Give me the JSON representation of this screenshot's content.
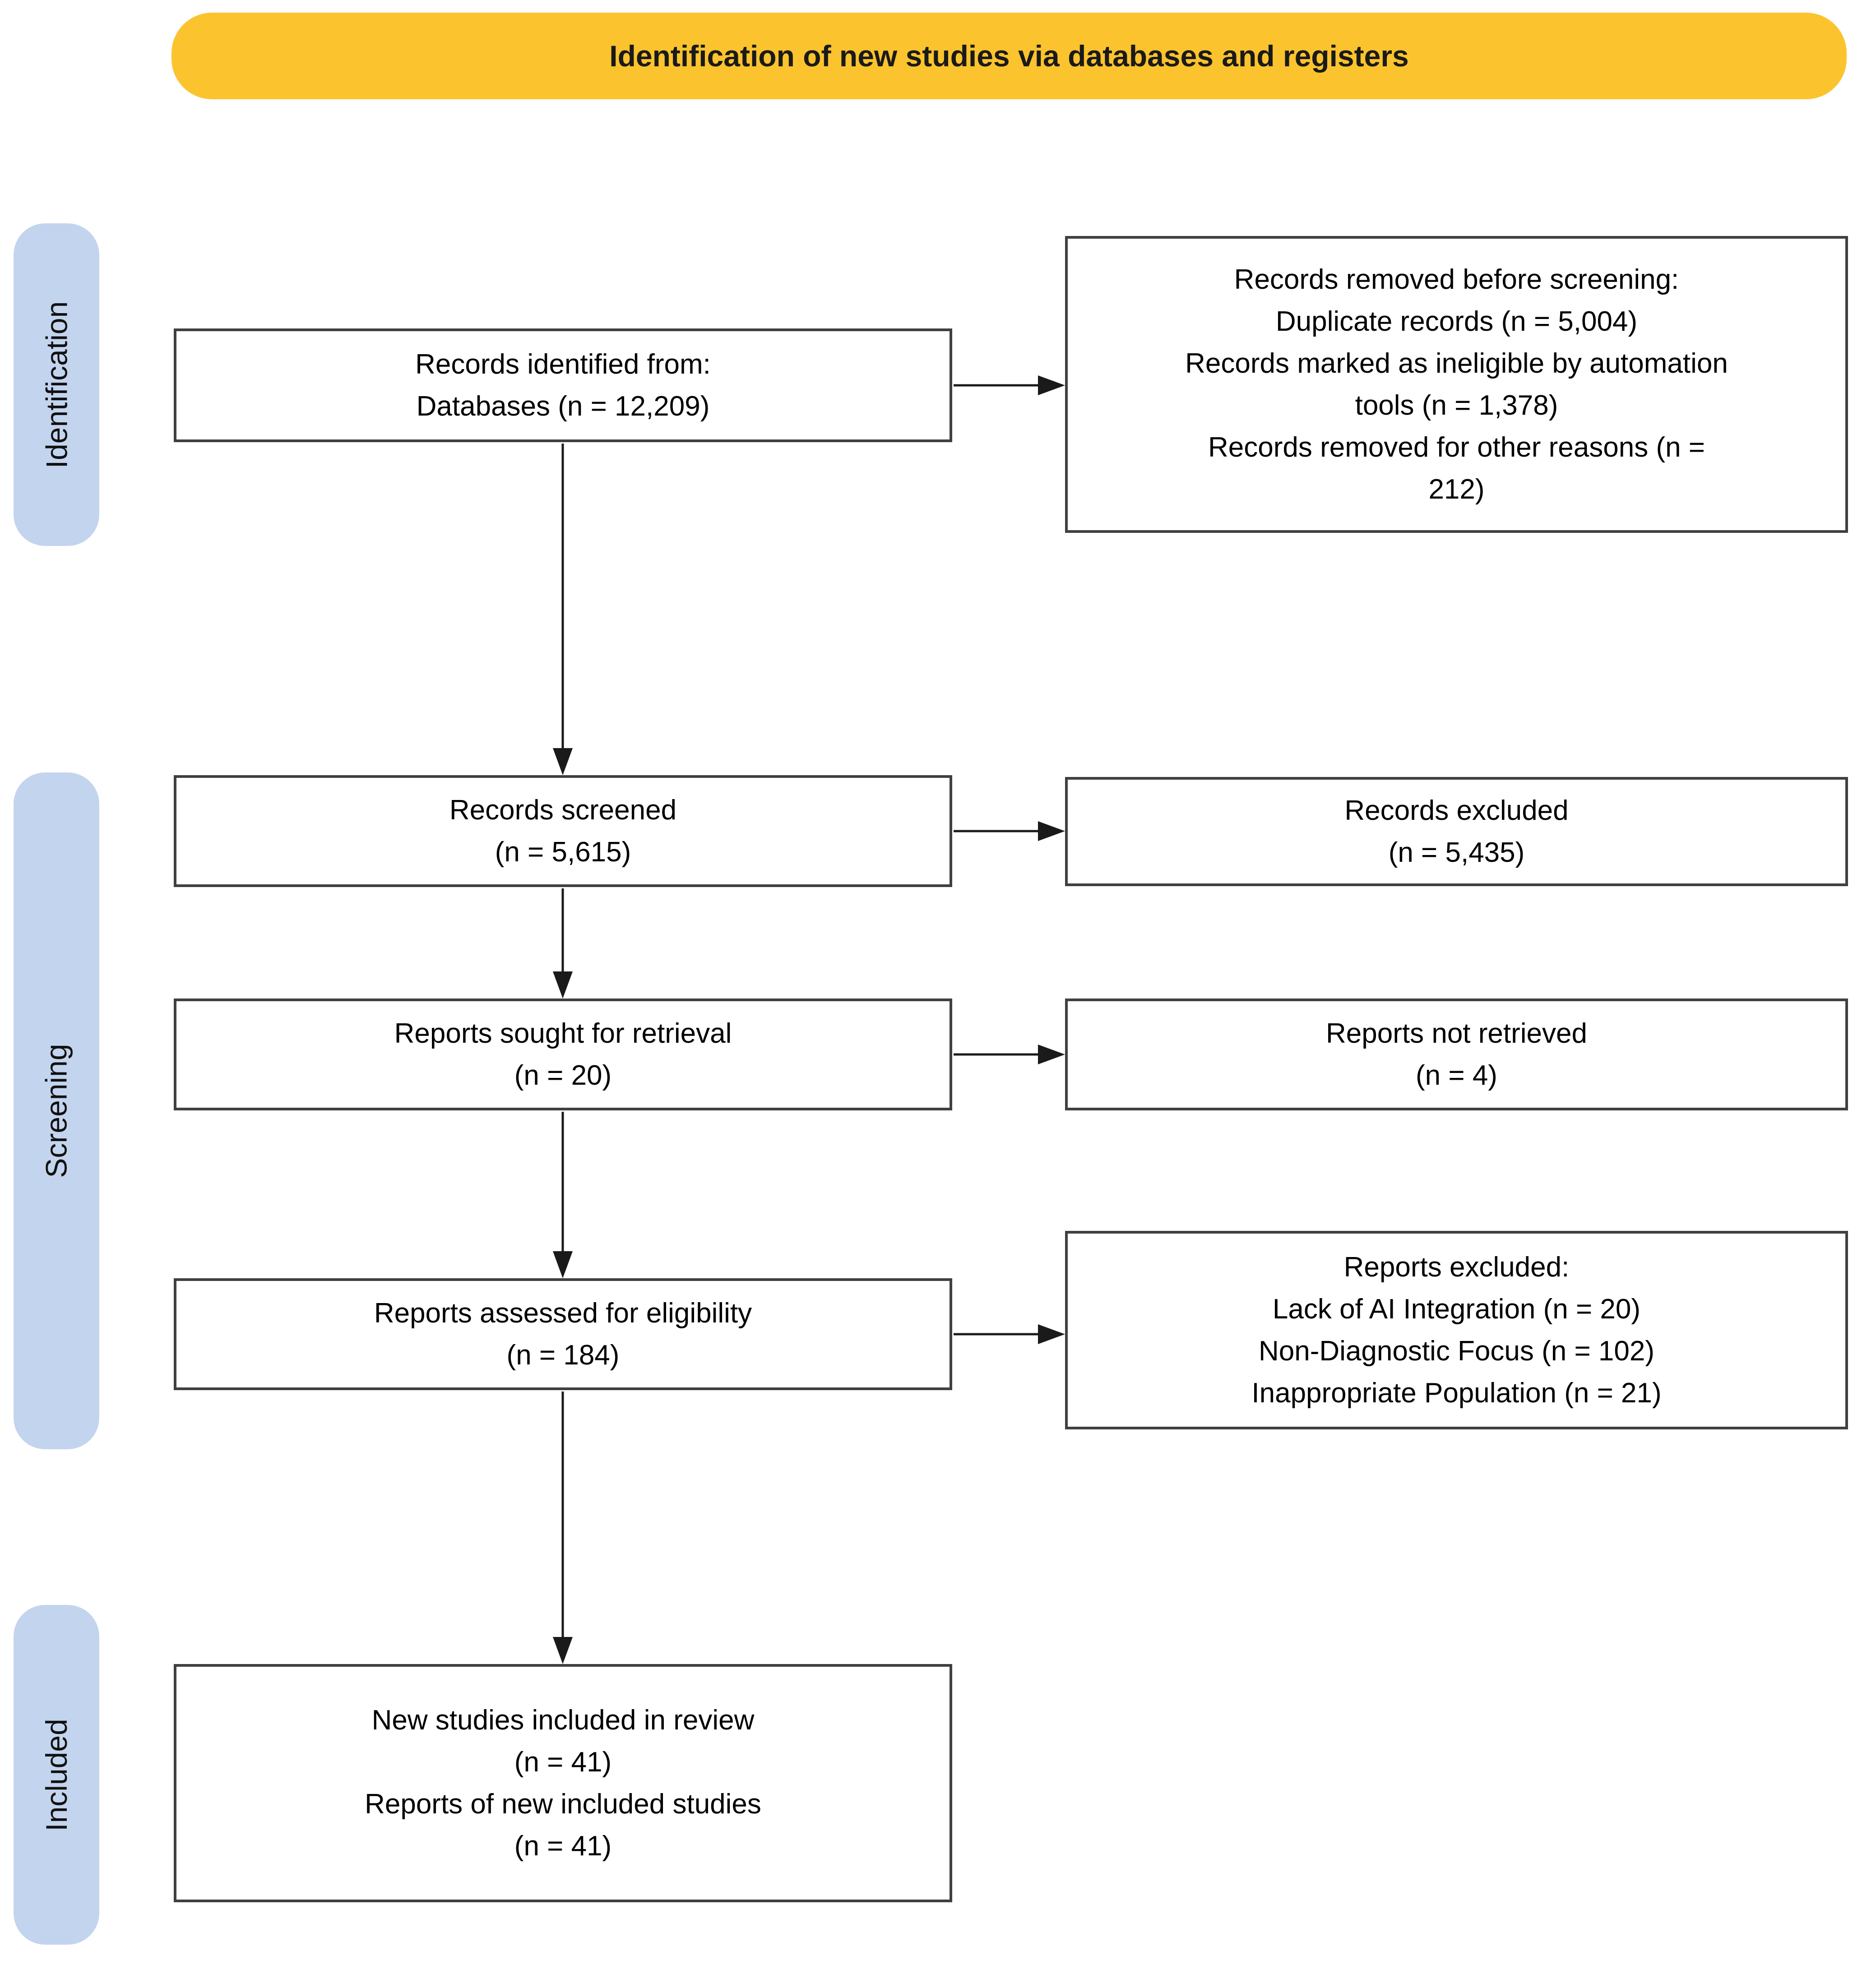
{
  "title_banner": "Identification of new studies via databases and registers",
  "side_labels": [
    "Identification",
    "Screening",
    "Included"
  ],
  "boxes": {
    "records_identified": [
      "Records identified from:",
      "Databases (n = 12,209)"
    ],
    "records_removed": [
      "Records removed before screening:",
      "Duplicate records (n = 5,004)",
      "Records marked as ineligible by automation",
      "tools (n = 1,378)",
      "Records removed for other reasons (n =",
      "212)"
    ],
    "records_screened": [
      "Records screened",
      "(n = 5,615)"
    ],
    "records_excluded": [
      "Records excluded",
      "(n = 5,435)"
    ],
    "reports_sought": [
      "Reports sought for retrieval",
      "(n = 20)"
    ],
    "reports_not_retrieved": [
      "Reports not retrieved",
      "(n = 4)"
    ],
    "reports_assessed": [
      "Reports assessed for eligibility",
      "(n = 184)"
    ],
    "reports_excluded": [
      "Reports excluded:",
      "Lack of AI Integration (n = 20)",
      "Non-Diagnostic Focus (n = 102)",
      "Inappropriate Population (n = 21)"
    ],
    "included_studies": [
      "New studies included in review",
      "(n = 41)",
      "Reports of new included studies",
      "(n = 41)"
    ]
  },
  "colors": {
    "banner_bg": "#FBC32D",
    "stage_bg": "#C3D4EE",
    "box_border": "#404040",
    "arrow": "#1A1A1A",
    "text": "#000000"
  }
}
